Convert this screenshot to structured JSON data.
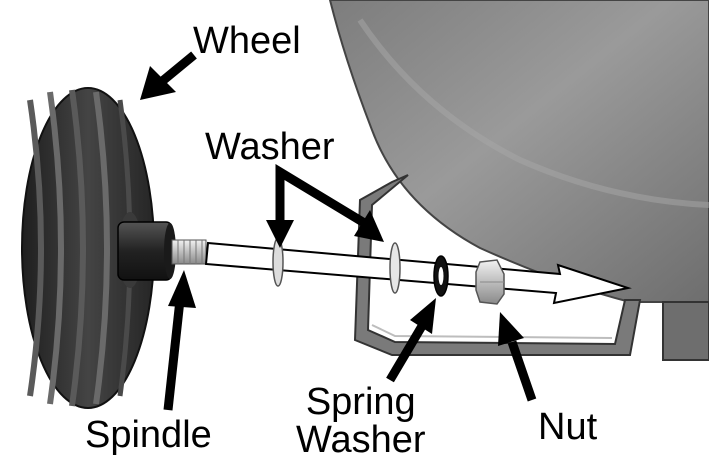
{
  "labels": {
    "wheel": "Wheel",
    "washer": "Washer",
    "spindle": "Spindle",
    "spring_line1": "Spring",
    "spring_line2": "Washer",
    "nut": "Nut"
  },
  "colors": {
    "tank": "#8f8f8f",
    "tank_dark": "#6a6a6a",
    "tire": "#2e2e2e",
    "tire_groove": "#5a5a5a",
    "frame": "#7a7a7a",
    "label": "#000000"
  }
}
